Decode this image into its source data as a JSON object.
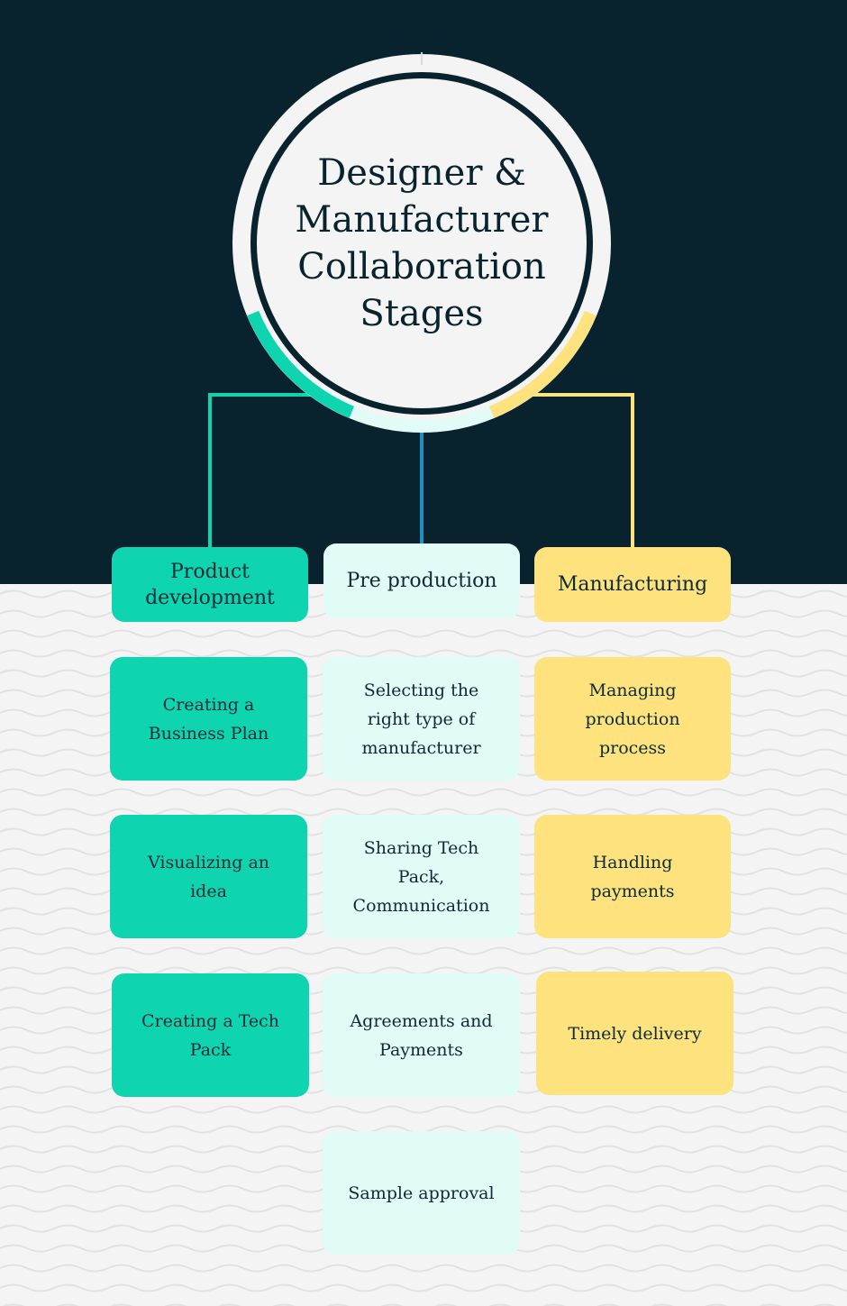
{
  "title": "Designer &\nManufacturer\nCollaboration\nStages",
  "colors": {
    "dark": "#08232d",
    "teal": "#0fd4b0",
    "mint": "#e1fbf7",
    "yellow": "#fde27e",
    "blue": "#1f8fc4"
  },
  "columns": [
    {
      "header": "Product\ndevelopment",
      "items": [
        "Creating a\nBusiness Plan",
        "Visualizing an\nidea",
        "Creating a Tech\nPack"
      ]
    },
    {
      "header": "Pre production",
      "items": [
        "Selecting the\nright type of\nmanufacturer",
        "Sharing Tech\nPack,\nCommunication",
        "Agreements and\nPayments",
        "Sample approval"
      ]
    },
    {
      "header": "Manufacturing",
      "items": [
        "Managing\nproduction\nprocess",
        "Handling\npayments",
        "Timely delivery"
      ]
    }
  ]
}
